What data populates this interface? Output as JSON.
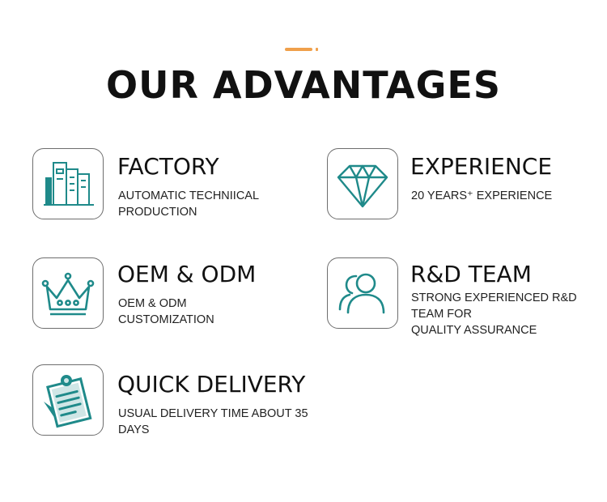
{
  "header": {
    "title": "OUR ADVANTAGES"
  },
  "colors": {
    "accent": "#f0a04b",
    "icon": "#1f8a8a",
    "border": "#6e6e6e"
  },
  "items": [
    {
      "title": "FACTORY",
      "icon": "buildings-icon",
      "desc_lines": [
        "AUTOMATIC TECHNIICAL",
        "PRODUCTION"
      ]
    },
    {
      "title": "EXPERIENCE",
      "icon": "diamond-icon",
      "desc_lines": [
        "20 YEARS⁺ EXPERIENCE"
      ]
    },
    {
      "title": "OEM & ODM",
      "icon": "crown-icon",
      "desc_lines": [
        "OEM & ODM",
        "CUSTOMIZATION"
      ]
    },
    {
      "title": "R&D TEAM",
      "icon": "team-icon",
      "desc_lines": [
        "STRONG EXPERIENCED R&D",
        "TEAM FOR",
        "QUALITY ASSURANCE"
      ]
    },
    {
      "title": "QUICK DELIVERY",
      "icon": "clipboard-icon",
      "desc_lines": [
        "USUAL DELIVERY TIME ABOUT 35",
        "DAYS"
      ]
    }
  ]
}
